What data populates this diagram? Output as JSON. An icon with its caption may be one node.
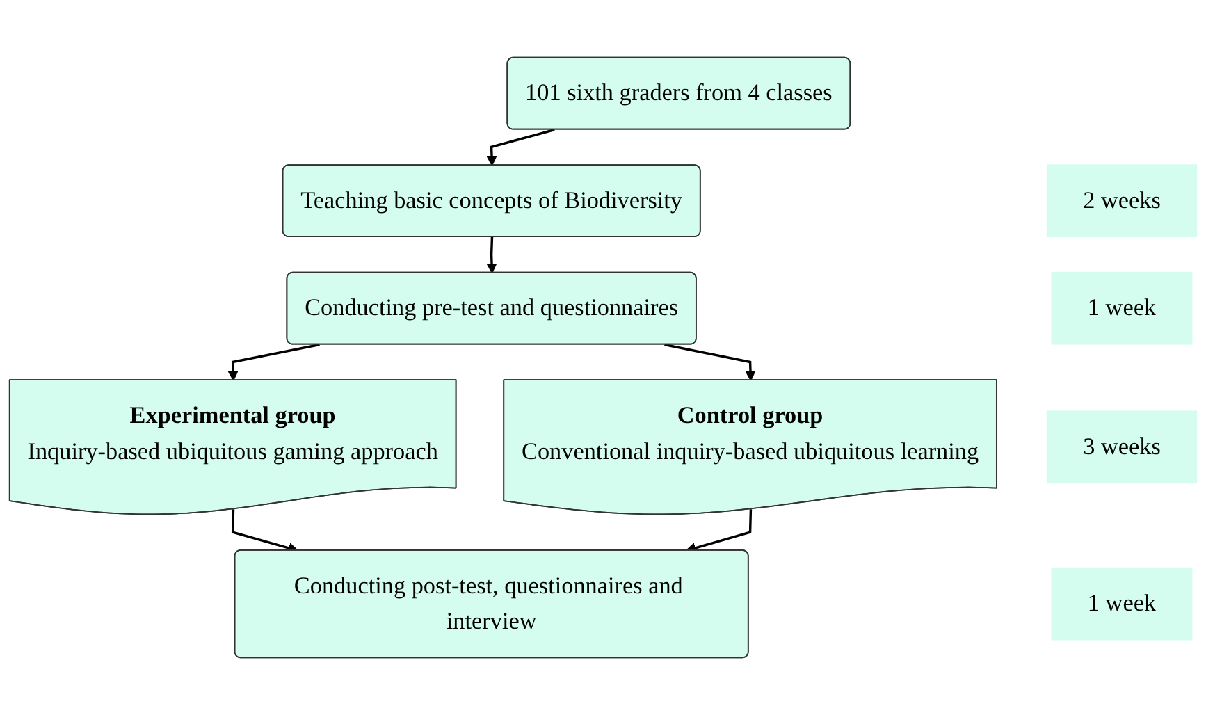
{
  "diagram": {
    "nodes": [
      {
        "text": [
          "101 sixth graders from 4 classes"
        ]
      },
      {
        "text": [
          "Teaching basic concepts of Biodiversity"
        ]
      },
      {
        "text": [
          "2 weeks"
        ]
      },
      {
        "text": [
          "Conducting pre-test and questionnaires"
        ]
      },
      {
        "text": [
          "1 week"
        ]
      },
      {
        "text": [
          "Experimental group",
          "Inquiry-based ubiquitous gaming approach"
        ]
      },
      {
        "text": [
          "Control group",
          "Conventional inquiry-based ubiquitous learning"
        ]
      },
      {
        "text": [
          "3 weeks"
        ]
      },
      {
        "text": [
          "Conducting post-test, questionnaires and interview"
        ]
      },
      {
        "text": [
          "1 week"
        ]
      }
    ],
    "edges": [
      {
        "from": 0,
        "to": 1,
        "arrow": "to"
      },
      {
        "from": 1,
        "to": 3,
        "arrow": "to"
      },
      {
        "from": 3,
        "to": 5,
        "arrow": "to"
      },
      {
        "from": 3,
        "to": 6,
        "arrow": "to"
      },
      {
        "from": 5,
        "to": 8,
        "arrow": "to"
      },
      {
        "from": 6,
        "to": 8,
        "arrow": "to"
      }
    ]
  }
}
